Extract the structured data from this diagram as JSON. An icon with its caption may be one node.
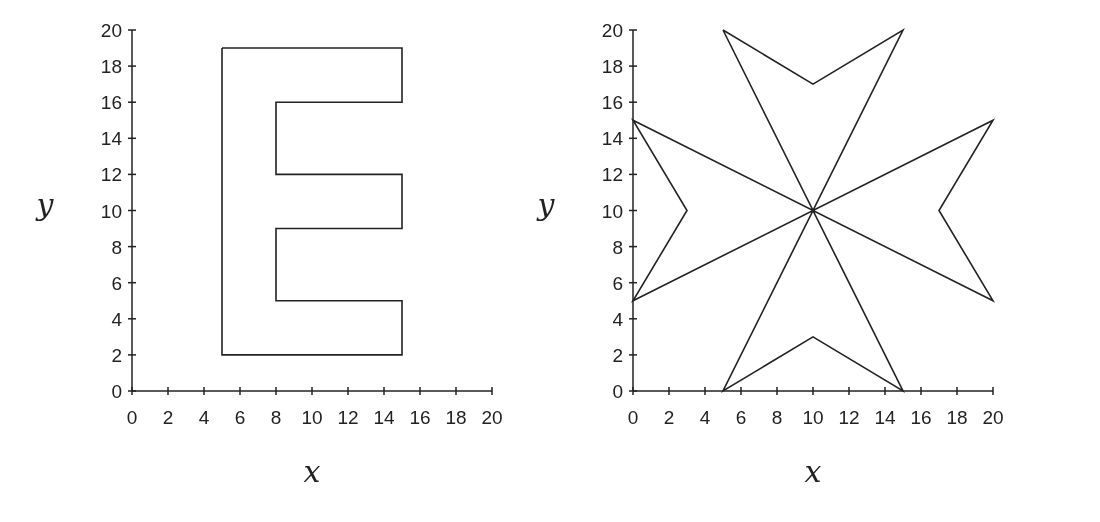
{
  "diagram": {
    "nodes": [
      {
        "text": [],
        "shape": "picture"
      },
      {
        "text": [],
        "shape": "picture"
      }
    ],
    "chart_data": [
      {
        "type": "line",
        "xlabel": "x",
        "ylabel": "y",
        "xlim": [
          0,
          20
        ],
        "ylim": [
          0,
          20
        ],
        "xticks": [
          0,
          2,
          4,
          6,
          8,
          10,
          12,
          14,
          16,
          18,
          20
        ],
        "yticks": [
          0,
          2,
          4,
          6,
          8,
          10,
          12,
          14,
          16,
          18,
          20
        ]
      },
      {
        "type": "line",
        "xlabel": "x",
        "ylabel": "y",
        "xlim": [
          0,
          20
        ],
        "ylim": [
          0,
          20
        ],
        "xticks": [
          0,
          2,
          4,
          6,
          8,
          10,
          12,
          14,
          16,
          18,
          20
        ],
        "yticks": [
          0,
          2,
          4,
          6,
          8,
          10,
          12,
          14,
          16,
          18,
          20
        ]
      }
    ]
  }
}
